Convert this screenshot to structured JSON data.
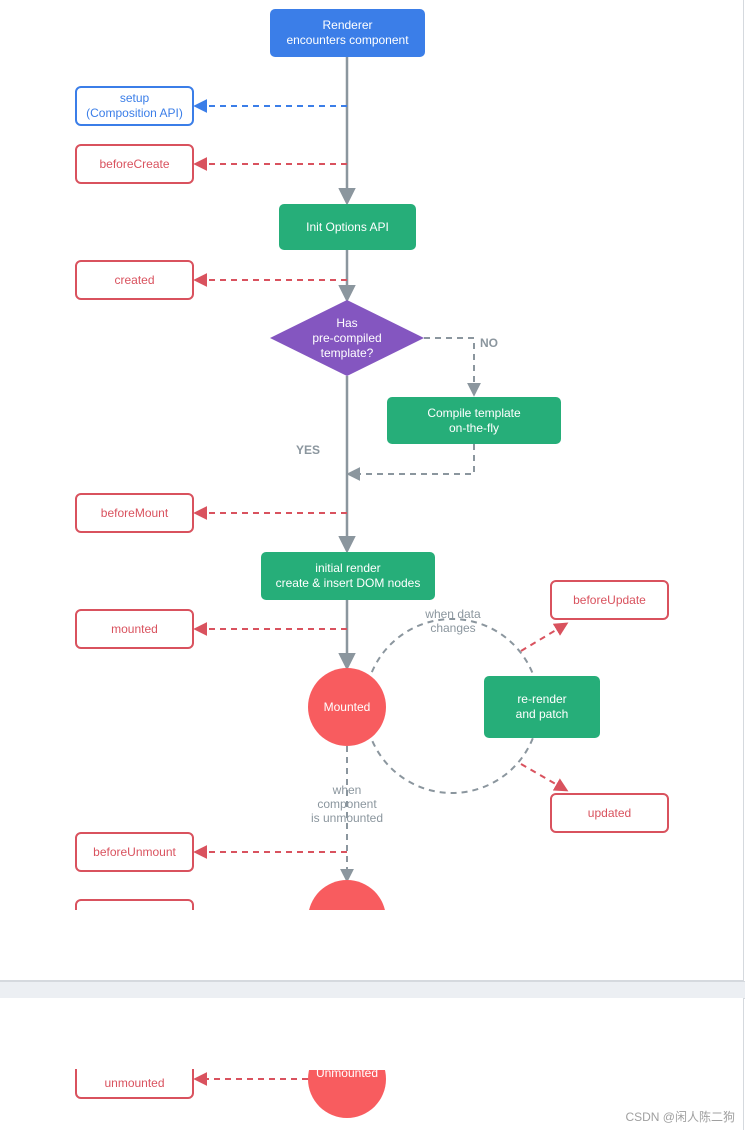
{
  "colors": {
    "hook_red": "#d9525e",
    "hook_blue": "#3b7ee8",
    "step_green": "#26ae79",
    "step_blue": "#3b7ee8",
    "decision_purple": "#8456c0",
    "mounted_red": "#f85c5f",
    "arrow_gray": "#8b969e"
  },
  "flow": {
    "renderer": "Renderer\nencounters component",
    "init_options": "Init Options API",
    "decision": "Has\npre-compiled\ntemplate?",
    "compile": "Compile template\non-the-fly",
    "initial_render": "initial render\ncreate & insert DOM nodes",
    "mounted": "Mounted",
    "rerender": "re-render\nand patch",
    "unmounted": "Unmounted"
  },
  "hooks": {
    "setup": "setup\n(Composition API)",
    "before_create": "beforeCreate",
    "created": "created",
    "before_mount": "beforeMount",
    "mounted": "mounted",
    "before_update": "beforeUpdate",
    "updated": "updated",
    "before_unmount": "beforeUnmount",
    "unmounted": "unmounted"
  },
  "labels": {
    "no": "NO",
    "yes": "YES",
    "data_changes": "when data\nchanges",
    "unmounted_when": "when\ncomponent\nis unmounted"
  },
  "watermark": "CSDN @闲人陈二狗"
}
